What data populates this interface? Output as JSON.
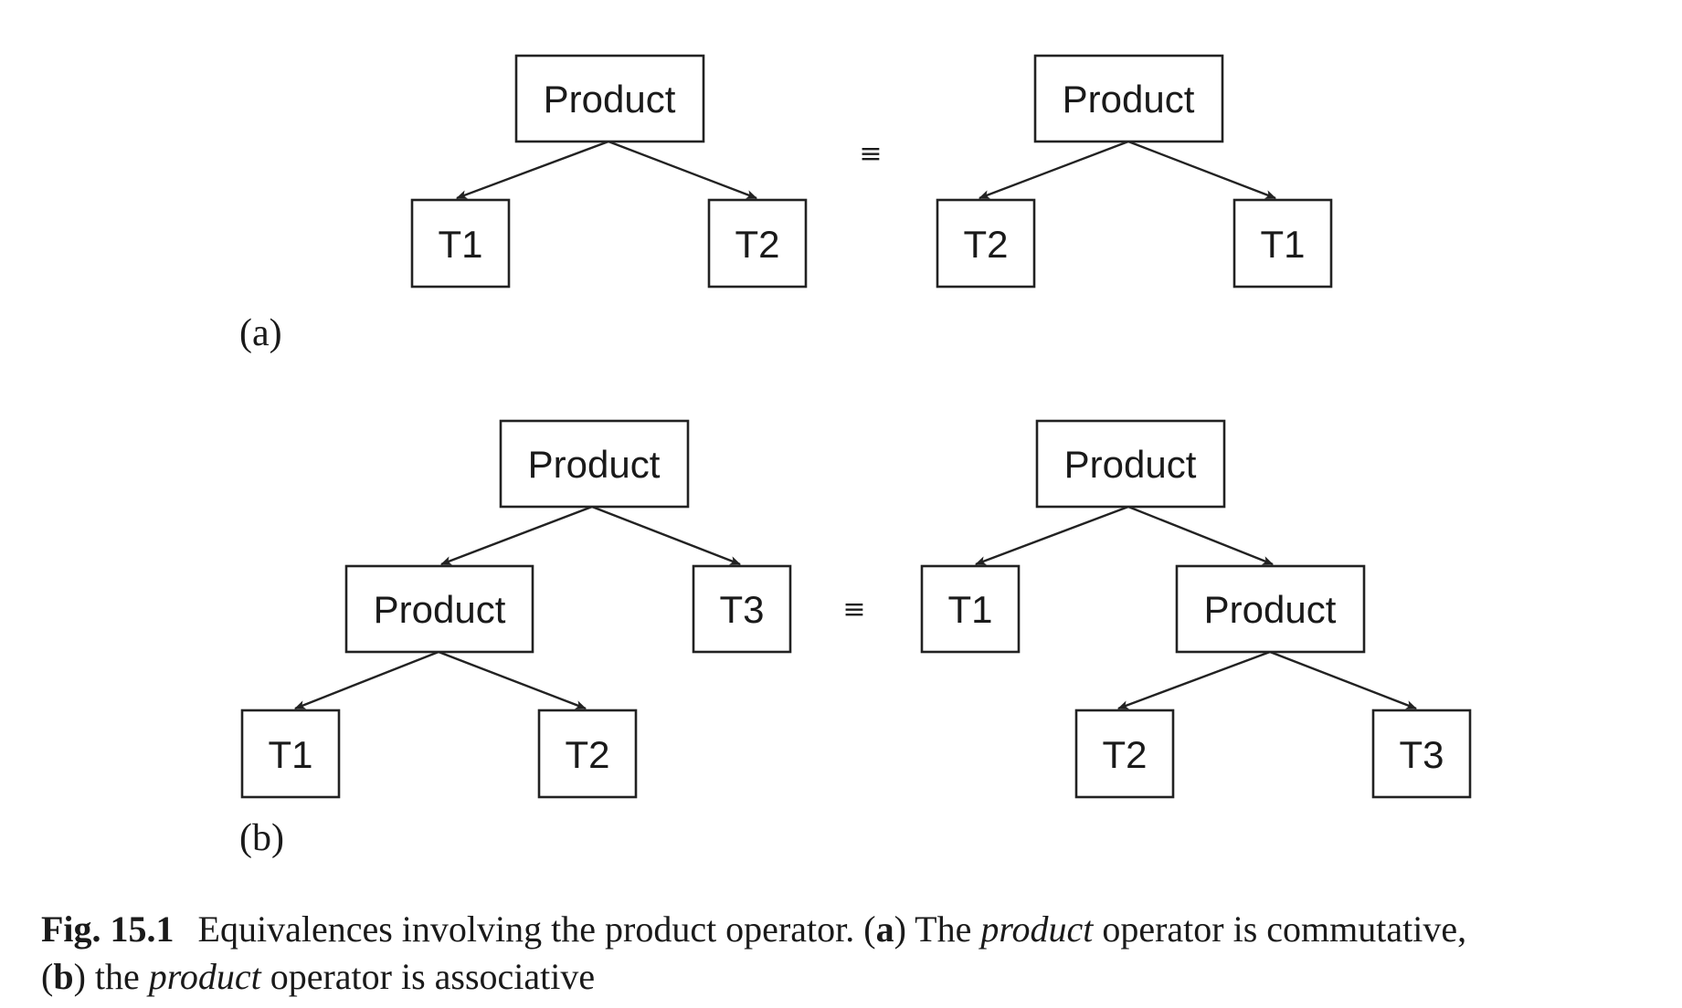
{
  "figure": {
    "panel_a": {
      "label": "(a)",
      "equiv_symbol": "≡",
      "left_tree": {
        "root": "Product",
        "left": "T1",
        "right": "T2"
      },
      "right_tree": {
        "root": "Product",
        "left": "T2",
        "right": "T1"
      }
    },
    "panel_b": {
      "label": "(b)",
      "equiv_symbol": "≡",
      "left_tree": {
        "root": "Product",
        "inner": "Product",
        "inner_left": "T1",
        "inner_right": "T2",
        "right": "T3"
      },
      "right_tree": {
        "root": "Product",
        "left": "T1",
        "inner": "Product",
        "inner_left": "T2",
        "inner_right": "T3"
      }
    }
  },
  "caption": {
    "fig_number": "Fig. 15.1",
    "part1": "Equivalences involving the product operator. (",
    "a_letter": "a",
    "part2": ") The ",
    "product_word_1": "product",
    "part3": " operator is commutative,",
    "part4": "(",
    "b_letter": "b",
    "part5": ") the ",
    "product_word_2": "product",
    "part6": " operator is associative"
  }
}
